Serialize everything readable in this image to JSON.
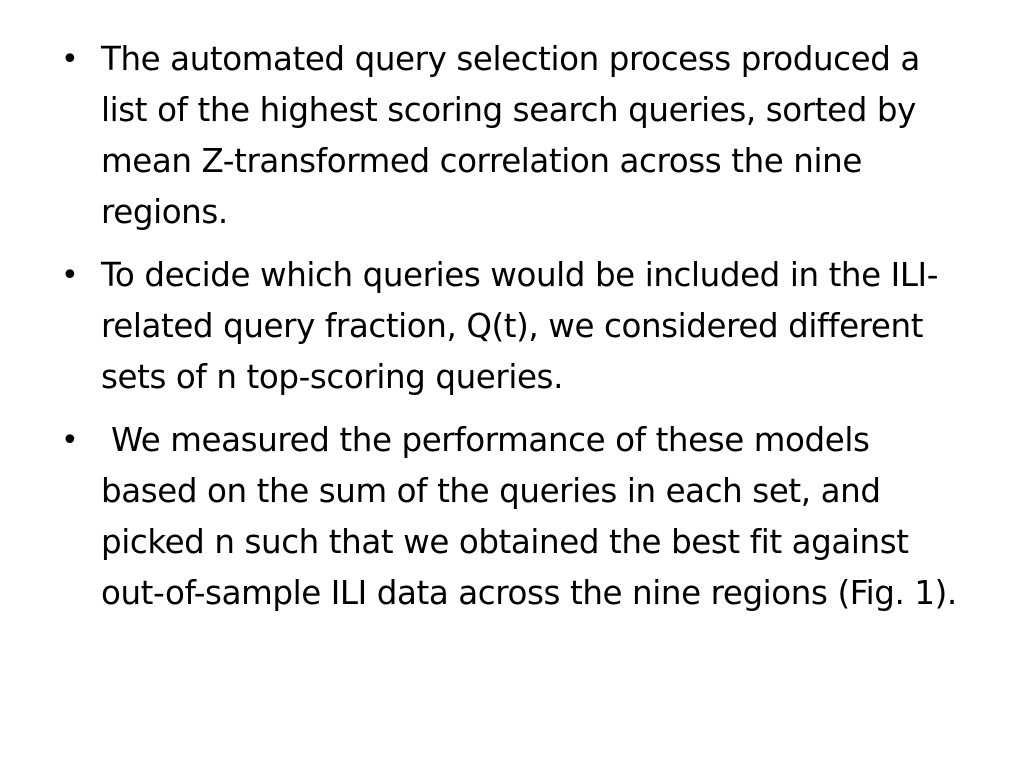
{
  "slide": {
    "bullet_symbol": "•",
    "bullets": [
      {
        "text": "The automated query selection process produced a list of the highest scoring search queries, sorted by mean Z-transformed correlation across the nine regions."
      },
      {
        "text": "To decide which queries would be included in the ILI-related query fraction, Q(t), we considered different sets of n top-scoring queries."
      },
      {
        "text": " We measured the performance of these models based on the sum of the queries in each set, and picked n such that we obtained the best fit against out-of-sample ILI data across the nine regions (Fig. 1)."
      }
    ]
  }
}
